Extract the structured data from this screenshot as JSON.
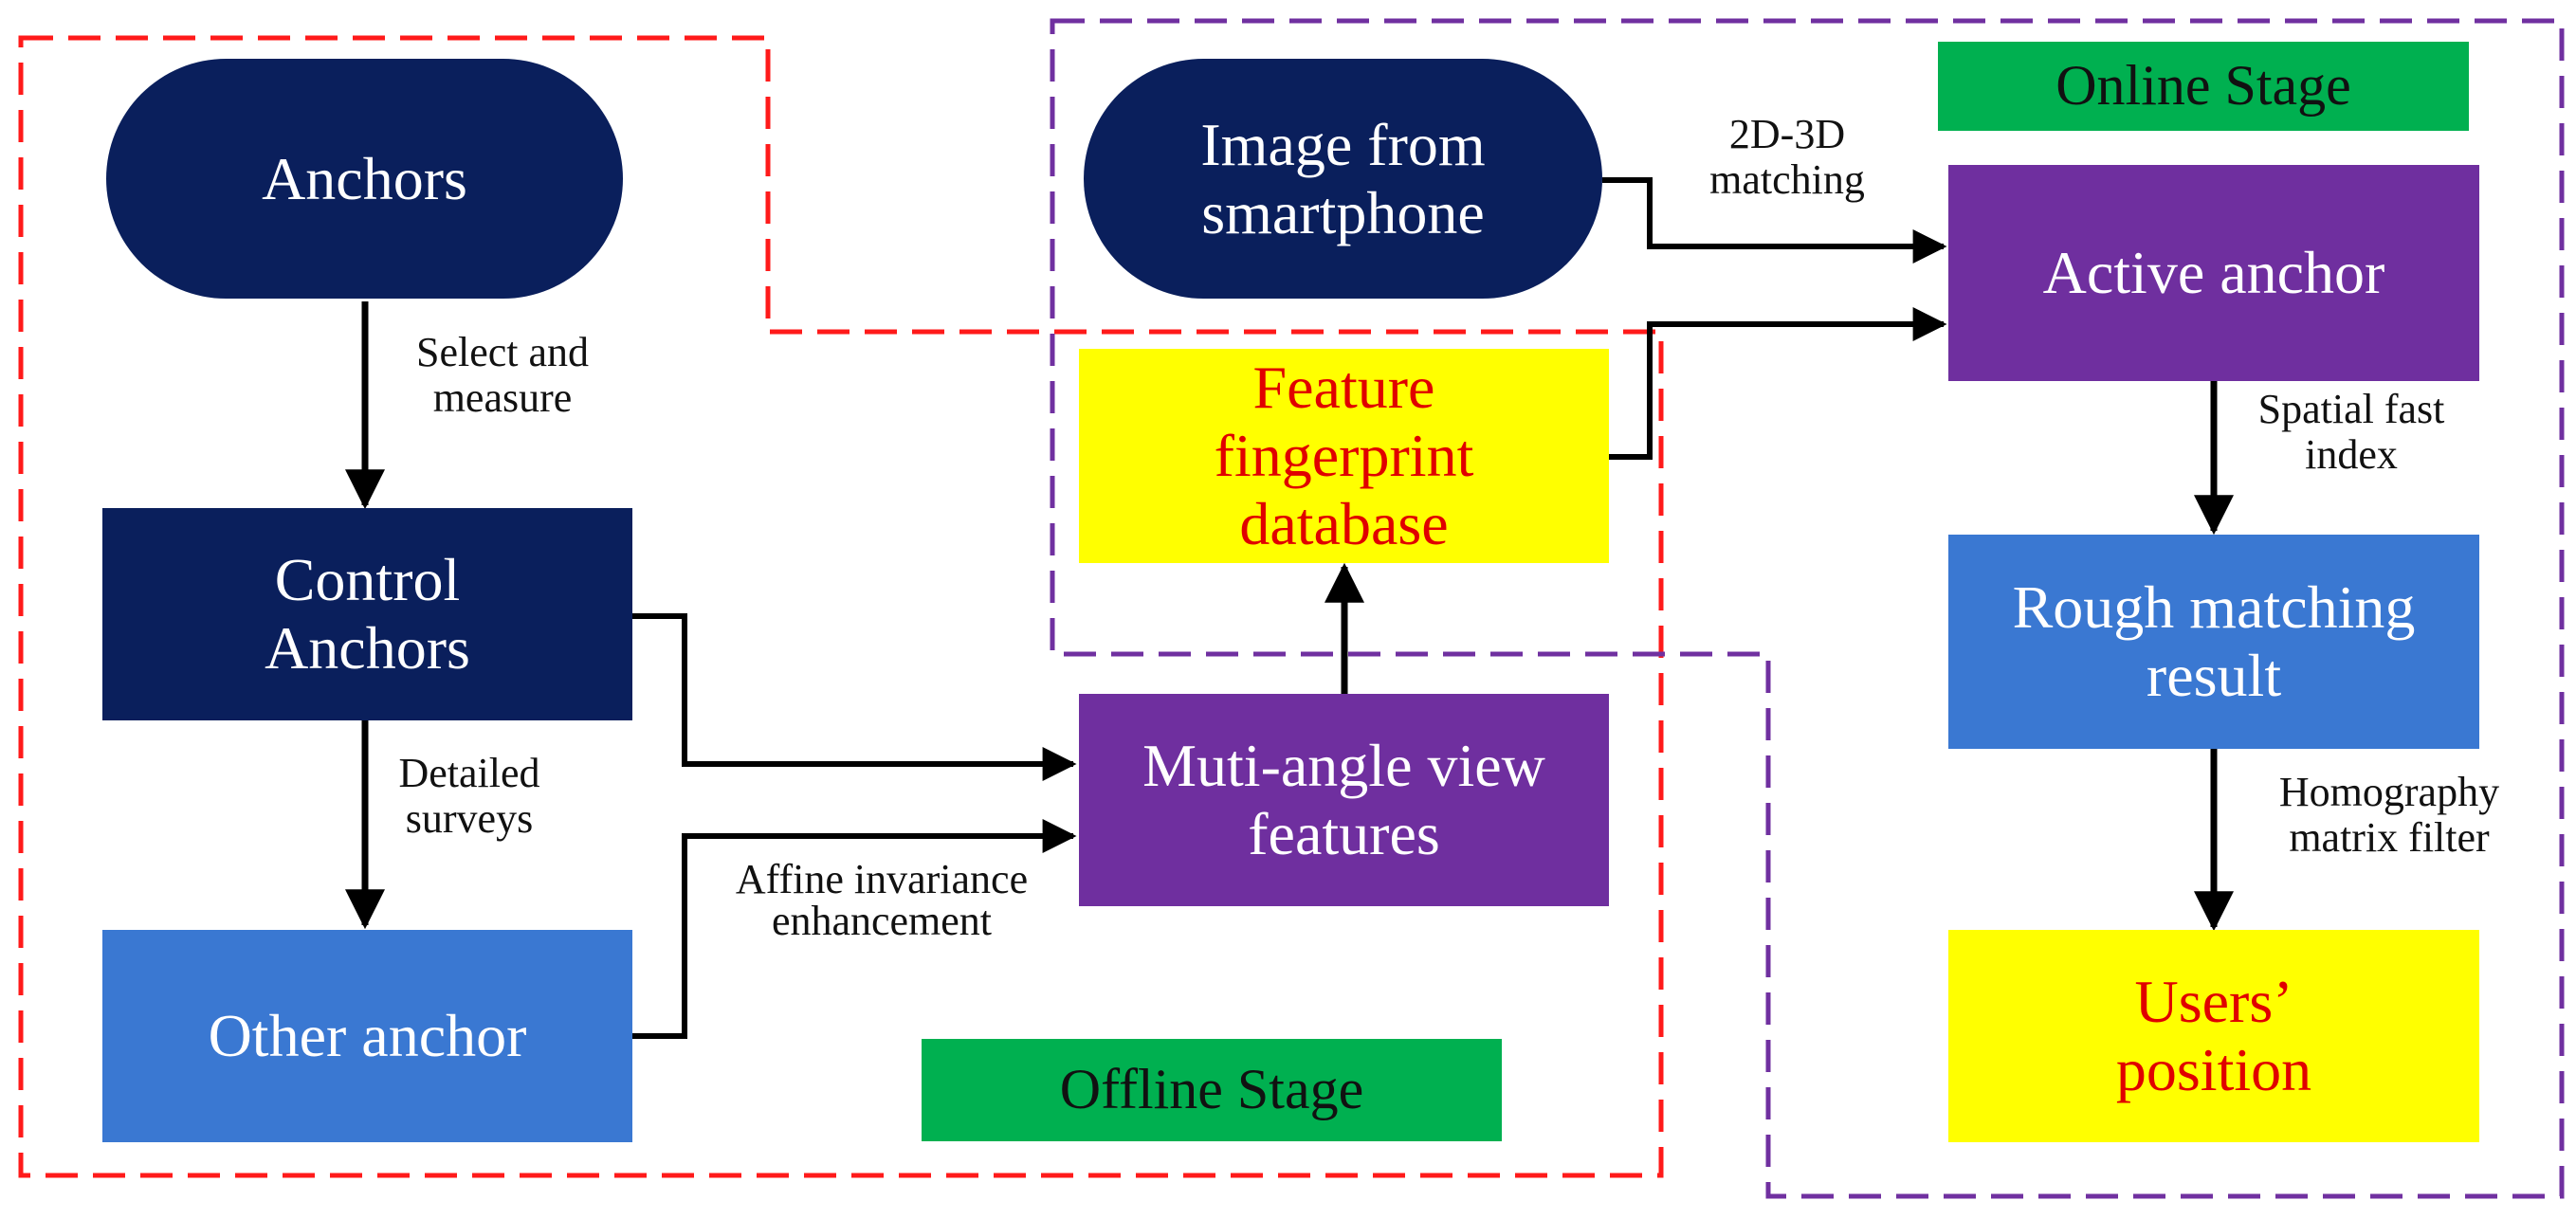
{
  "colors": {
    "offline_border": "#ff1a1a",
    "online_border": "#7030a0",
    "dark_node": "#0a1f5c",
    "light_node": "#3a78d2",
    "purple_node": "#6f2f9f",
    "highlight_node": "#ffff00",
    "highlight_text": "#e00000",
    "stage_label": "#00b050"
  },
  "stages": {
    "offline": "Offline Stage",
    "online": "Online Stage"
  },
  "nodes": {
    "anchors": "Anchors",
    "control_anchors": "Control\nAnchors",
    "other_anchor": "Other anchor",
    "multi_angle": "Muti-angle view\nfeatures",
    "fingerprint_db": "Feature\nfingerprint\ndatabase",
    "image_smartphone": "Image from\nsmartphone",
    "active_anchor": "Active anchor",
    "rough_matching": "Rough matching\nresult",
    "users_position": "Users’\nposition"
  },
  "edges": {
    "select_measure": "Select and\nmeasure",
    "detailed_surveys": "Detailed\nsurveys",
    "affine": "Affine invariance\nenhancement",
    "matching_2d3d": "2D-3D\nmatching",
    "spatial_index": "Spatial fast\nindex",
    "homography": "Homography\nmatrix filter"
  }
}
